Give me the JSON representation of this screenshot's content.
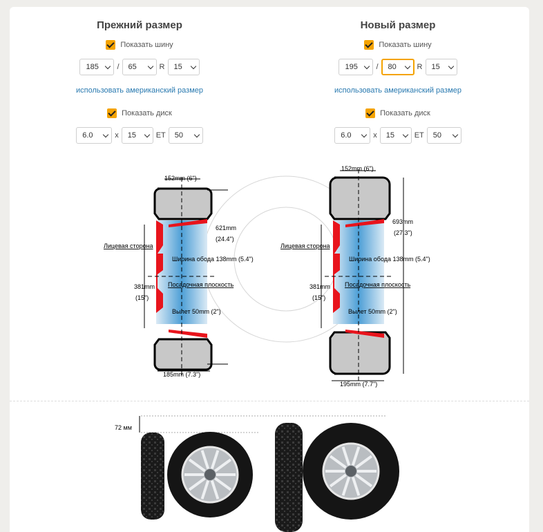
{
  "old": {
    "title": "Прежний размер",
    "show_tire": "Показать шину",
    "tire": {
      "width": "185",
      "profile": "65",
      "sep_slash": "/",
      "r_label": "R",
      "radius": "15"
    },
    "american_link": "использовать американский размер",
    "show_disk": "Показать диск",
    "disk": {
      "width": "6.0",
      "x_label": "x",
      "diameter": "15",
      "et_label": "ET",
      "et": "50"
    },
    "dims": {
      "rim_width": "152mm (6\")",
      "outer_diameter_mm": "621mm",
      "outer_diameter_in": "(24.4\")",
      "face_side": "Лицевая сторона",
      "rim_seat_width": "Ширина обода 138mm (5.4\")",
      "rim_diameter_mm": "381mm",
      "rim_diameter_in": "(15\")",
      "mount_plane": "Посадочная плоскость",
      "offset": "Вылет 50mm (2\")",
      "tire_width": "185mm (7.3\")"
    }
  },
  "new": {
    "title": "Новый размер",
    "show_tire": "Показать шину",
    "tire": {
      "width": "195",
      "profile": "80",
      "sep_slash": "/",
      "r_label": "R",
      "radius": "15"
    },
    "american_link": "использовать американский размер",
    "show_disk": "Показать диск",
    "disk": {
      "width": "6.0",
      "x_label": "x",
      "diameter": "15",
      "et_label": "ET",
      "et": "50"
    },
    "dims": {
      "rim_width": "152mm (6\")",
      "outer_diameter_mm": "693mm",
      "outer_diameter_in": "(27.3\")",
      "face_side": "Лицевая сторона",
      "rim_seat_width": "Ширина обода 138mm (5.4\")",
      "rim_diameter_mm": "381mm",
      "rim_diameter_in": "(15\")",
      "mount_plane": "Посадочная плоскость",
      "offset": "Вылет 50mm (2\")",
      "tire_width": "195mm (7.7\")"
    }
  },
  "comparison": {
    "height_diff": "72 мм"
  },
  "colors": {
    "accent": "#f4a300",
    "link": "#2a7ab0",
    "rim_red": "#e8141c"
  }
}
